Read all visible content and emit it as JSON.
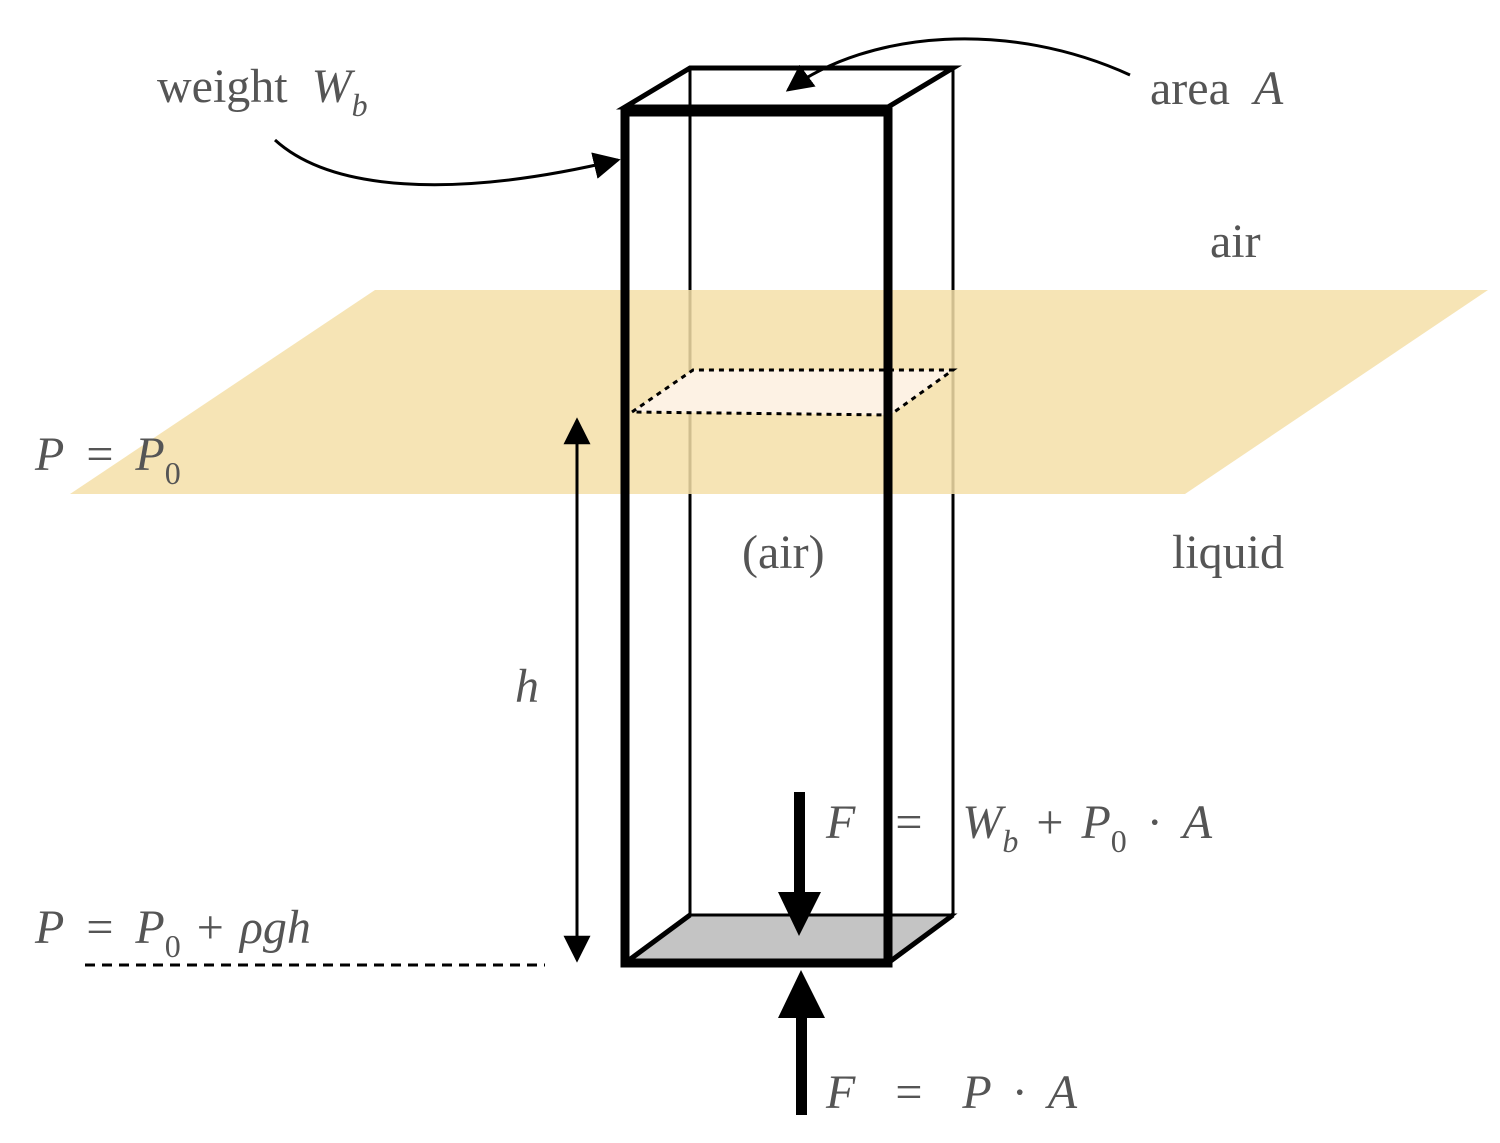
{
  "labels": {
    "weight_word": "weight",
    "weight_sym": "W",
    "weight_sub": "b",
    "area_word": "area",
    "area_sym": "A",
    "air_top": "air",
    "liquid": "liquid",
    "air_inside": "(air)",
    "h": "h",
    "p_surface": {
      "P": "P",
      "eq": "=",
      "P0": "P",
      "sub0": "0"
    },
    "p_depth": {
      "P": "P",
      "eq": "=",
      "P0": "P",
      "sub0": "0",
      "plus": "+",
      "rho_g_h": "ρgh"
    },
    "force_down": {
      "F": "F",
      "eq": "=",
      "W": "W",
      "sub_b": "b",
      "plus": "+",
      "P0": "P",
      "sub0": "0",
      "dot": "·",
      "A": "A"
    },
    "force_up": {
      "F": "F",
      "eq": "=",
      "P": "P",
      "dot": "·",
      "A": "A"
    }
  },
  "colors": {
    "liquid_surface": "#f5dfa8",
    "waterline_inside": "#fdf2e4",
    "bottom_face": "#c4c4c4",
    "text": "#555555",
    "lines": "#000000"
  }
}
